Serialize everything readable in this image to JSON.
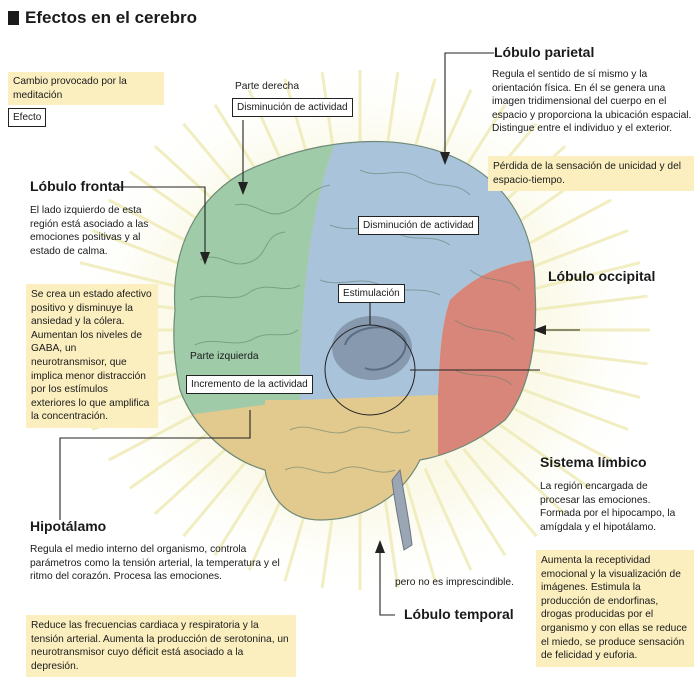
{
  "title": "Efectos en el cerebro",
  "legend": {
    "change": "Cambio provocado por la meditación",
    "effect": "Efecto"
  },
  "brain_labels": {
    "right_side": "Parte derecha",
    "decrease_top": "Disminución de actividad",
    "decrease_parietal": "Disminución de actividad",
    "stimulation": "Estimulación",
    "left_side": "Parte izquierda",
    "increase": "Incremento de la actividad",
    "not_essential": "pero no es imprescindible."
  },
  "sections": {
    "parietal": {
      "heading": "Lóbulo parietal",
      "description": "Regula el sentido de sí mismo y la orientación física. En él se genera una imagen tridimensional del cuerpo en el espacio y proporciona la ubicación espacial. Distingue entre el individuo y el exterior.",
      "effect": "Pérdida de la sensación de unicidad y del espacio-tiempo."
    },
    "frontal": {
      "heading": "Lóbulo frontal",
      "description": "El lado izquierdo de esta región está asociado a las emociones positivas y al estado de calma.",
      "effect": "Se crea un estado afectivo positivo y disminuye la ansiedad y la cólera. Aumentan los niveles de GABA, un neurotransmisor, que implica menor distracción por los estímulos exteriores lo que amplifica la concentración."
    },
    "occipital": {
      "heading": "Lóbulo occipital"
    },
    "limbic": {
      "heading": "Sistema límbico",
      "description": "La región encargada de procesar las emociones. Formada por el hipocampo, la amígdala y el hipotálamo.",
      "effect": "Aumenta la receptividad emocional y la visualización de imágenes. Estimula la producción de endorfinas, drogas producidas por el organismo y con ellas se reduce el miedo, se produce sensación de felicidad y euforia."
    },
    "hypothalamus": {
      "heading": "Hipotálamo",
      "description": "Regula el medio interno del organismo, controla parámetros como la tensión arterial, la temperatura y el ritmo del corazón. Procesa las emociones.",
      "effect": "Reduce las frecuencias cardiaca y respiratoria y la tensión arterial. Aumenta la producción de serotonina, un neurotransmisor cuyo déficit está asociado a la depresión."
    },
    "temporal": {
      "heading": "Lóbulo temporal"
    }
  },
  "colors": {
    "frontal": "#9fcba8",
    "parietal": "#a9c3db",
    "occipital": "#d9867a",
    "temporal": "#e2c98e",
    "limbic": "#7d8fa3",
    "effect_bg": "#fbefc0"
  }
}
